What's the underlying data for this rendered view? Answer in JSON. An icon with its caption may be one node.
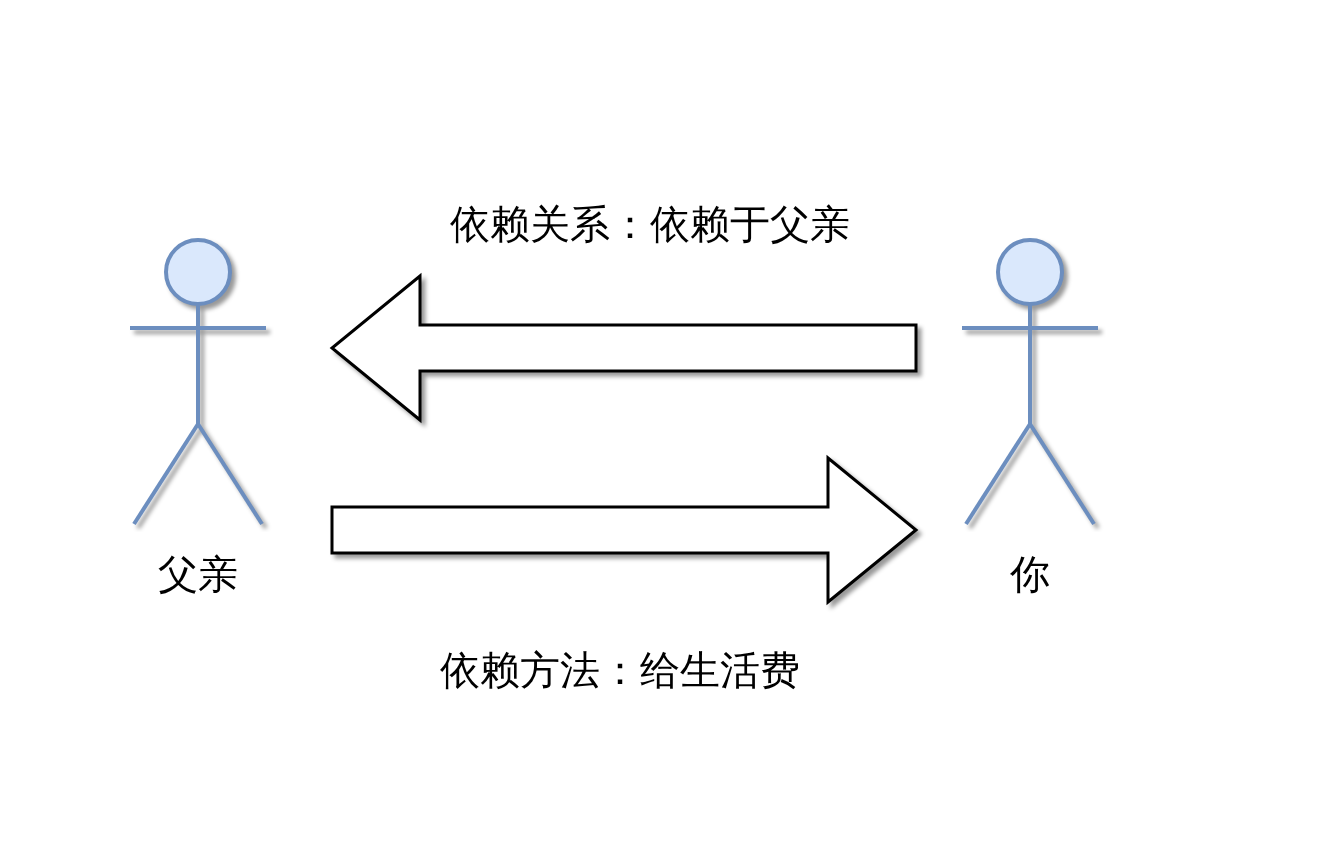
{
  "diagram": {
    "nodes": [
      {
        "text": [
          "父亲"
        ]
      },
      {
        "text": [
          "你"
        ]
      }
    ],
    "edges": [
      {
        "from": 1,
        "to": 0,
        "arrow": "to",
        "label": "依赖关系：依赖于父亲"
      },
      {
        "from": 0,
        "to": 1,
        "arrow": "to",
        "label": "依赖方法：给生活费"
      }
    ]
  }
}
